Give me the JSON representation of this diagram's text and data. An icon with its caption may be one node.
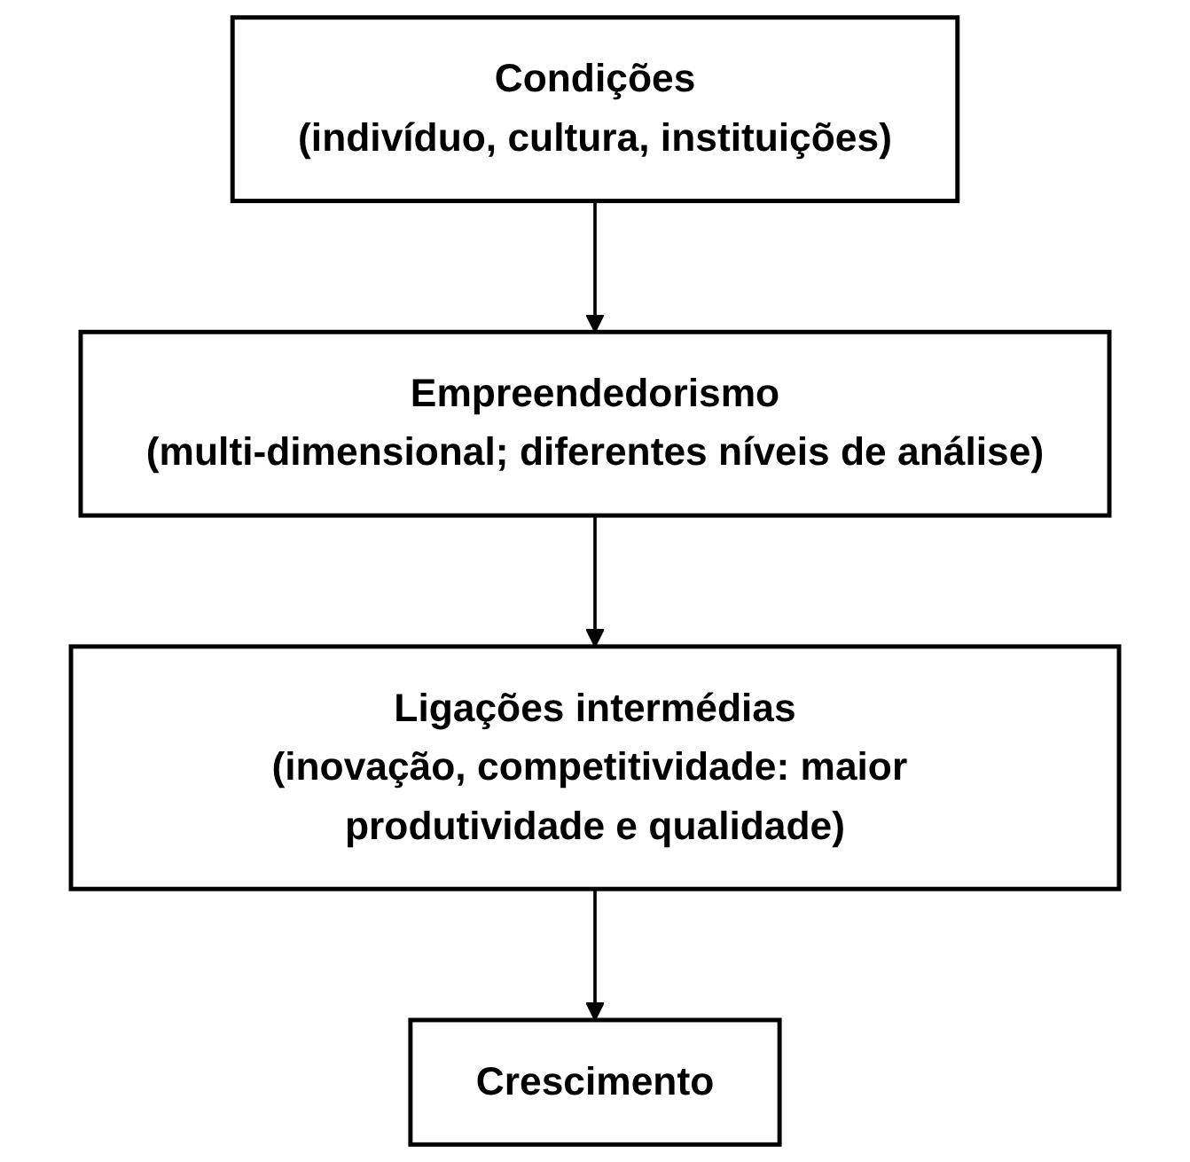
{
  "diagram": {
    "nodes": [
      {
        "text": [
          "Condições",
          "(indivíduo, cultura, instituições)"
        ]
      },
      {
        "text": [
          "Empreendedorismo",
          "(multi-dimensional; diferentes níveis de análise)"
        ]
      },
      {
        "text": [
          "Ligações intermédias",
          "(inovação, competitividade: maior produtividade e qualidade)"
        ]
      },
      {
        "text": [
          "Crescimento"
        ]
      }
    ],
    "edges": [
      {
        "from": 0,
        "to": 1,
        "arrow": "to"
      },
      {
        "from": 1,
        "to": 2,
        "arrow": "to"
      },
      {
        "from": 2,
        "to": 3,
        "arrow": "to"
      }
    ]
  }
}
